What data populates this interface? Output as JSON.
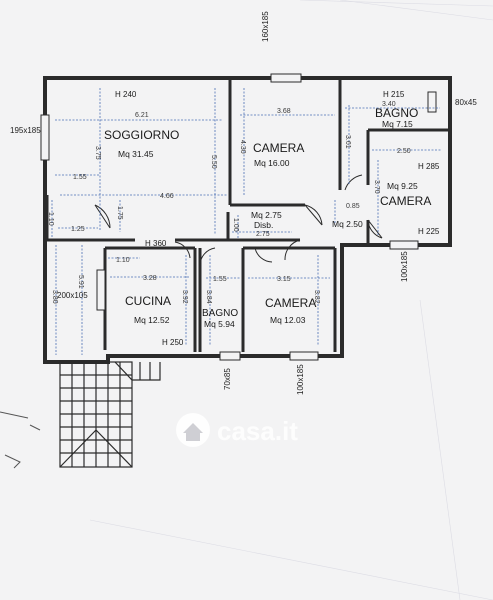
{
  "rooms": {
    "soggiorno": {
      "name": "SOGGIORNO",
      "area": "Mq 31.45",
      "height": "H 240"
    },
    "camera1": {
      "name": "CAMERA",
      "area": "Mq 16.00"
    },
    "bagno1": {
      "name": "BAGNO",
      "area": "Mq 7.15",
      "height": "H 215"
    },
    "camera2": {
      "name": "CAMERA",
      "area": "Mq 9.25",
      "height_top": "H 285",
      "height_bottom": "H 225"
    },
    "disb": {
      "name": "Disb.",
      "area": "Mq 2.75"
    },
    "corridor": {
      "area": "Mq 2.50",
      "height": "H 360"
    },
    "cucina": {
      "name": "CUCINA",
      "area": "Mq 12.52",
      "height": "H 250"
    },
    "bagno2": {
      "name": "BAGNO",
      "area": "Mq 5.94"
    },
    "camera3": {
      "name": "CAMERA",
      "area": "Mq 12.03"
    }
  },
  "dimensions": {
    "d621": "6.21",
    "d368": "3.68",
    "d340": "3.40",
    "d375": "3.75",
    "d430": "4.30",
    "d361": "3.61",
    "d250": "2.50",
    "d370": "3.70",
    "d155": "1.55",
    "d466": "4.66",
    "d550": "5.50",
    "d085": "0.85",
    "d110a": "1.10",
    "d125": "1.25",
    "d175": "1.75",
    "d100": "1.00",
    "d275": "2.75",
    "d110b": "1.10",
    "d328": "3.28",
    "d155b": "1.55",
    "d315": "3.15",
    "d380": "3.80",
    "d591": "5.91",
    "d392": "3.92",
    "d384": "3.84",
    "d382": "3.82"
  },
  "windows": {
    "w_top": "160x185",
    "w_left": "195x185",
    "w_right": "80x45",
    "w_cam2": "100x185",
    "w_cucina": "200x105",
    "w_bagno2": "70x85",
    "w_cam3": "100x185"
  },
  "watermark": {
    "text": "casa.it"
  },
  "colors": {
    "wall": "#2b2b2b",
    "dim_line": "#4a6fb5",
    "paper": "#f3f3f4"
  }
}
